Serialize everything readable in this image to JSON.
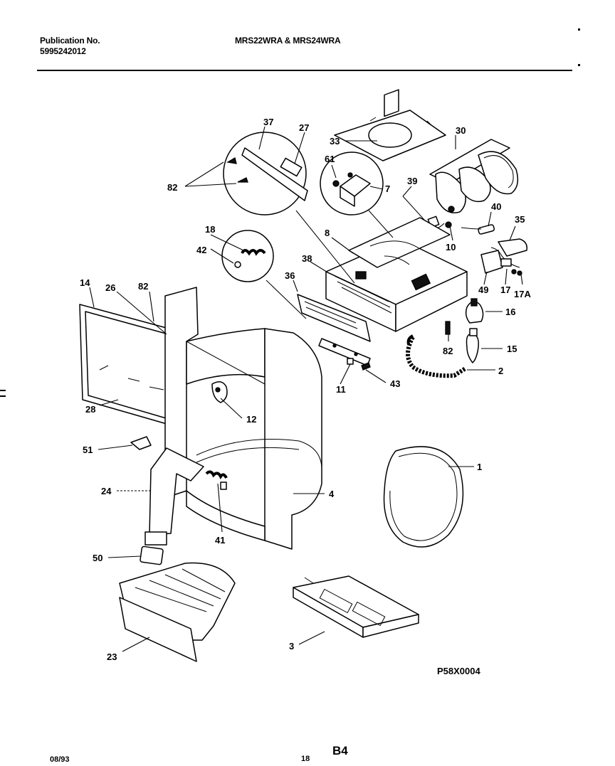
{
  "header": {
    "publication_label": "Publication No.",
    "publication_number": "5995242012",
    "models": "MRS22WRA & MRS24WRA"
  },
  "footer": {
    "date": "08/93",
    "page_number": "18",
    "section": "B4",
    "drawing_code": "P58X0004"
  },
  "callouts": {
    "c37": "37",
    "c27": "27",
    "c33": "33",
    "c30": "30",
    "c82a": "82",
    "c61": "61",
    "c7": "7",
    "c39": "39",
    "c40": "40",
    "c35": "35",
    "c18": "18",
    "c8": "8",
    "c42": "42",
    "c10": "10",
    "c38": "38",
    "c36": "36",
    "c14": "14",
    "c26": "26",
    "c82b": "82",
    "c49": "49",
    "c17": "17",
    "c17a": "17A",
    "c16": "16",
    "c82c": "82",
    "c15": "15",
    "c2": "2",
    "c11": "11",
    "c43": "43",
    "c28": "28",
    "c12": "12",
    "c51": "51",
    "c1": "1",
    "c24": "24",
    "c4": "4",
    "c41": "41",
    "c50": "50",
    "c23": "23",
    "c3": "3"
  }
}
